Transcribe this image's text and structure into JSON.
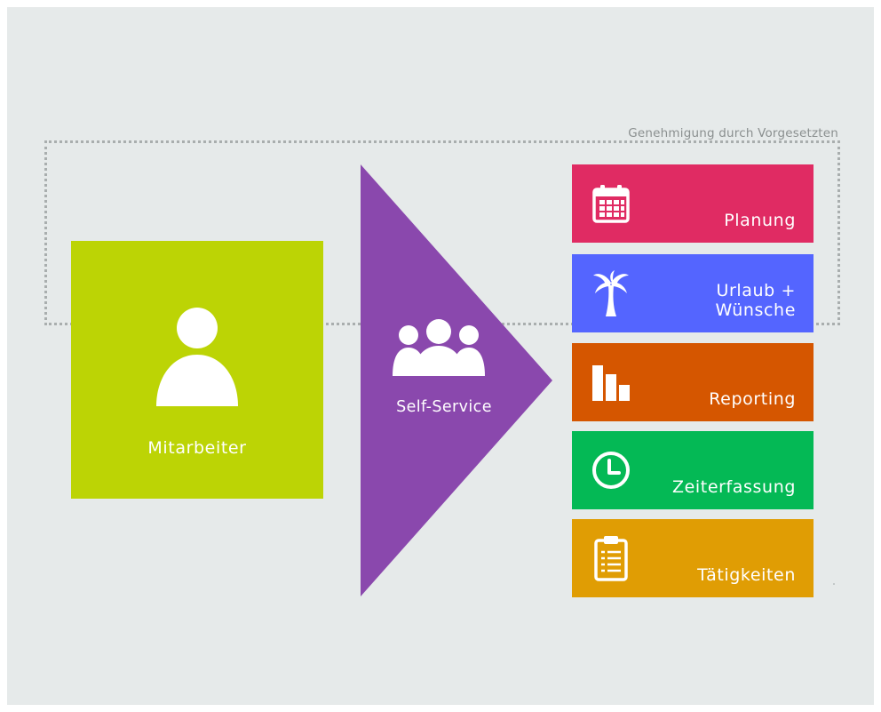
{
  "approval": {
    "label": "Genehmigung durch Vorgesetzten"
  },
  "employee": {
    "label": "Mitarbeiter",
    "color": "#bcd405",
    "icon": "person-icon"
  },
  "self_service": {
    "label": "Self-Service",
    "color": "#8a48ad",
    "icon": "group-icon"
  },
  "modules": [
    {
      "label": "Planung",
      "label_line2": "",
      "color": "#e02b63",
      "icon": "calendar-icon"
    },
    {
      "label": "Urlaub +",
      "label_line2": "Wünsche",
      "color": "#5465ff",
      "icon": "palm-tree-icon"
    },
    {
      "label": "Reporting",
      "label_line2": "",
      "color": "#d55600",
      "icon": "bar-chart-icon"
    },
    {
      "label": "Zeiterfassung",
      "label_line2": "",
      "color": "#04b955",
      "icon": "clock-icon"
    },
    {
      "label": "Tätigkeiten",
      "label_line2": "",
      "color": "#e09d04",
      "icon": "clipboard-icon"
    }
  ]
}
